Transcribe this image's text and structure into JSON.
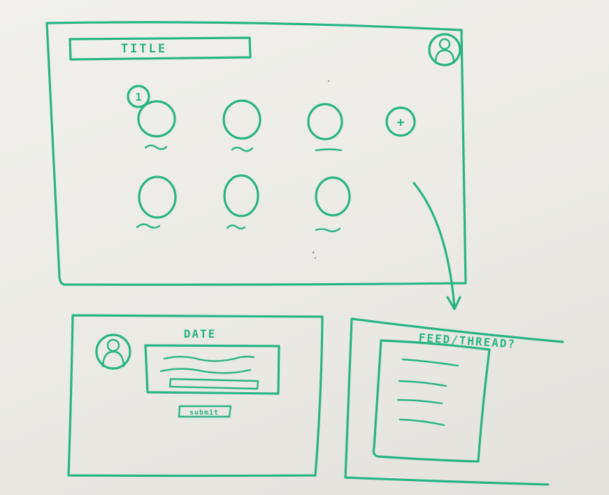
{
  "ink_color": "#27b483",
  "background_color": "#eeede9",
  "home_screen": {
    "title_label": "TITLE",
    "profile_icon": "person-icon",
    "notification_badge": "1",
    "add_button_label": "+"
  },
  "entry_screen": {
    "date_label": "DATE",
    "profile_icon": "person-icon",
    "submit_label": "submit"
  },
  "feed_screen": {
    "title_label": "FEED/THREAD?"
  }
}
